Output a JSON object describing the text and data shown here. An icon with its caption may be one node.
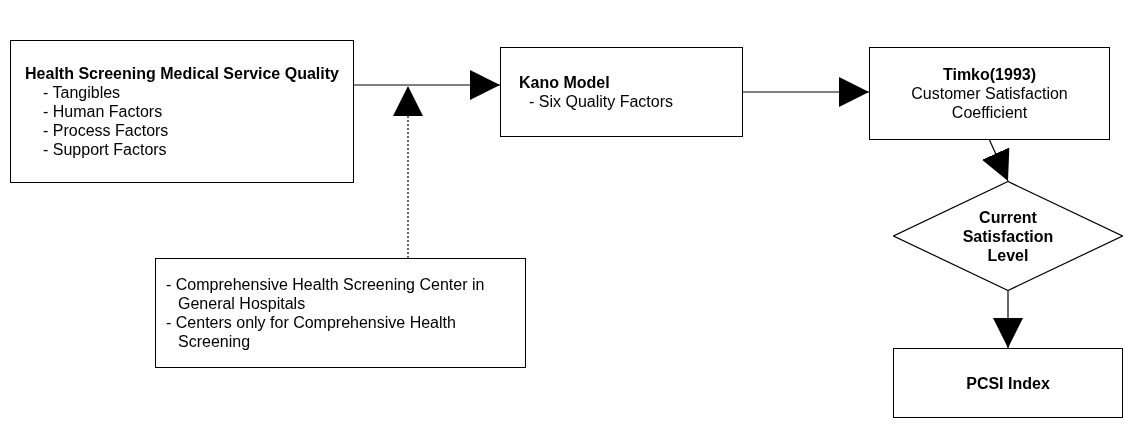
{
  "diagram": {
    "nodes": [
      {
        "text": [
          "Health Screening Medical Service Quality",
          "- Tangibles",
          "- Human Factors",
          "- Process Factors",
          "- Support Factors"
        ]
      },
      {
        "text": [
          "Kano Model",
          "- Six Quality Factors"
        ]
      },
      {
        "text": [
          "Timko(1993)",
          "Customer Satisfaction Coefficient"
        ]
      },
      {
        "text": [
          "Current Satisfaction Level"
        ]
      },
      {
        "text": [
          "PCSI Index"
        ]
      },
      {
        "text": [
          "- Comprehensive Health Screening Center in General Hospitals",
          "- Centers only for Comprehensive Health Screening"
        ]
      }
    ],
    "edges": [
      {
        "from": 0,
        "to": 1,
        "arrow": "to"
      },
      {
        "from": 5,
        "to": null,
        "arrow": "to",
        "style": "dashed"
      },
      {
        "from": 1,
        "to": 2,
        "arrow": "to"
      },
      {
        "from": 2,
        "to": 3,
        "arrow": "to"
      },
      {
        "from": 3,
        "to": 4,
        "arrow": "to"
      }
    ]
  }
}
